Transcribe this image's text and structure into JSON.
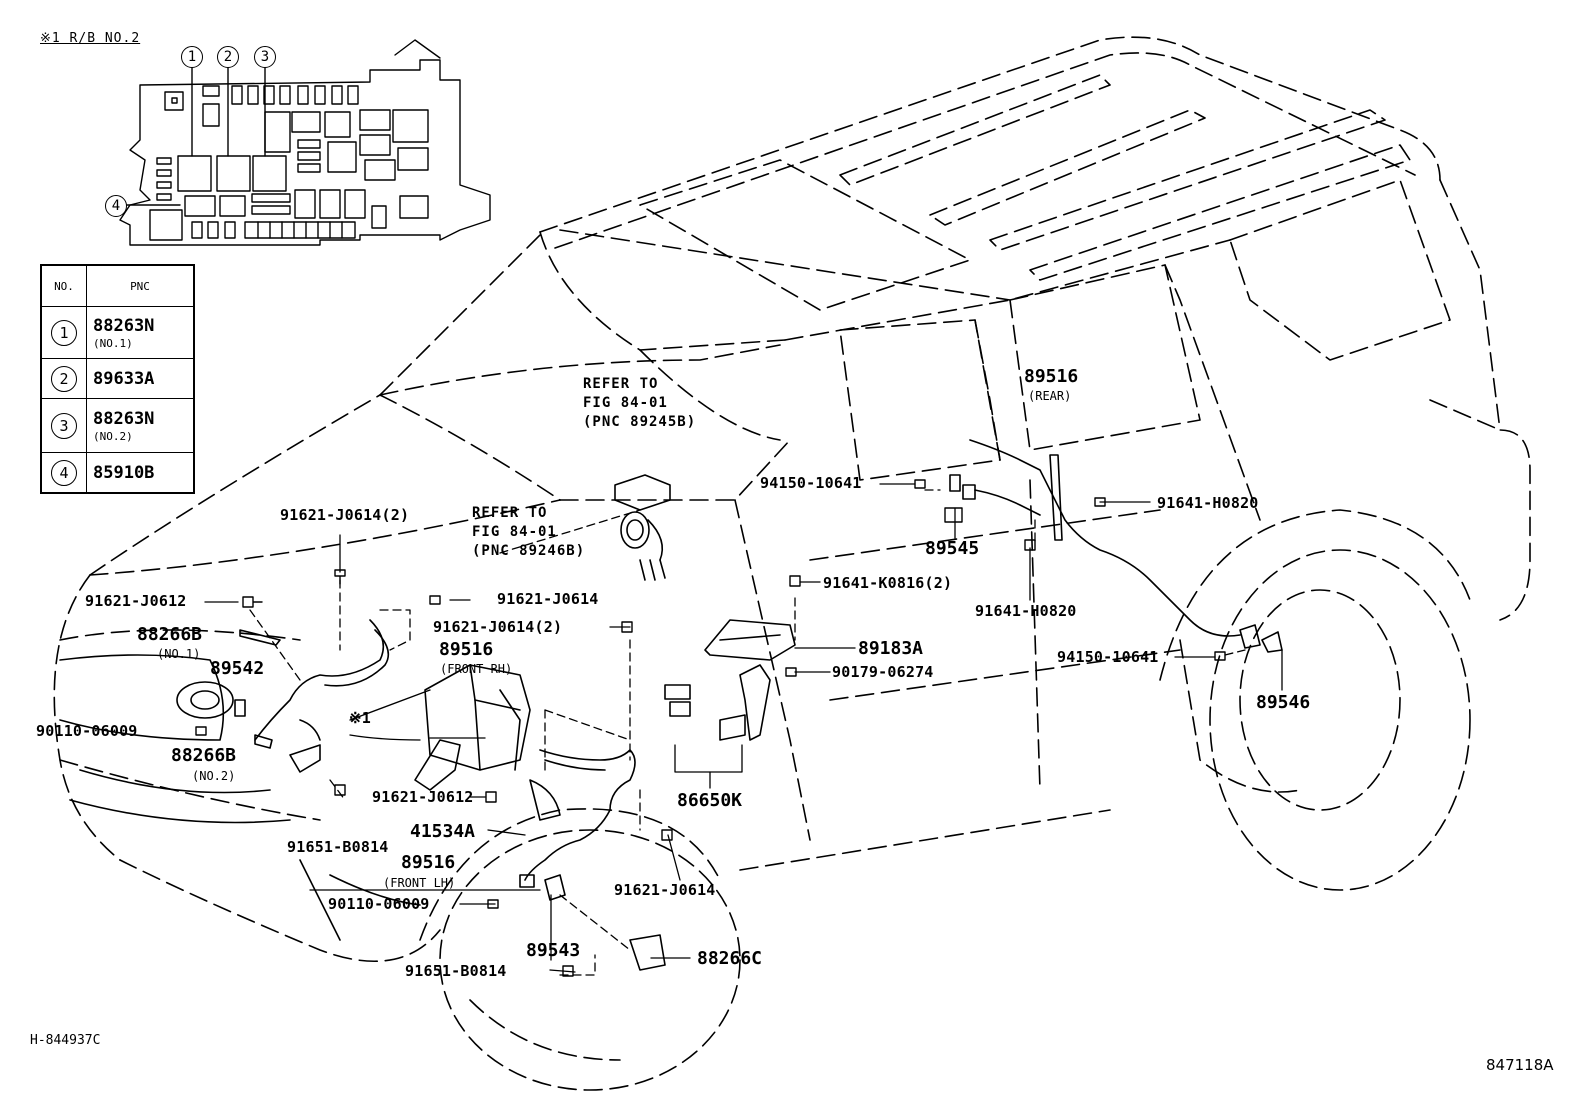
{
  "relay_block": {
    "title": "※1 R/B NO.2",
    "callouts": [
      "1",
      "2",
      "3",
      "4"
    ]
  },
  "pnc_table": {
    "headers": [
      "NO.",
      "PNC"
    ],
    "rows": [
      {
        "no": "1",
        "pnc": "88263N",
        "note": "(NO.1)"
      },
      {
        "no": "2",
        "pnc": "89633A",
        "note": ""
      },
      {
        "no": "3",
        "pnc": "88263N",
        "note": "(NO.2)"
      },
      {
        "no": "4",
        "pnc": "85910B",
        "note": ""
      }
    ]
  },
  "references": {
    "ref1": "REFER TO\nFIG 84-01\n(PNC 89245B)",
    "ref2": "REFER TO\nFIG 84-01\n(PNC 89246B)"
  },
  "parts": {
    "p91621_j0614_2a": "91621-J0614(2)",
    "p91621_j0612_a": "91621-J0612",
    "p91621_j0614_a": "91621-J0614",
    "p91621_j0614_2b": "91621-J0614(2)",
    "p88266b_1": "88266B",
    "p88266b_1_note": "(NO.1)",
    "p89516_frh": "89516",
    "p89516_frh_note": "(FRONT RH)",
    "p89542": "89542",
    "p_x1": "※1",
    "p90110_a": "90110-06009",
    "p88266b_2": "88266B",
    "p88266b_2_note": "(NO.2)",
    "p91621_j0612_b": "91621-J0612",
    "p41534a": "41534A",
    "p91651_a": "91651-B0814",
    "p89516_flh": "89516",
    "p89516_flh_note": "(FRONT LH)",
    "p90110_b": "90110-06009",
    "p91621_j0614_b": "91621-J0614",
    "p89543": "89543",
    "p88266c": "88266C",
    "p91651_b": "91651-B0814",
    "p86650k": "86650K",
    "p89183a": "89183A",
    "p90179": "90179-06274",
    "p91641_k0816": "91641-K0816(2)",
    "p94150_a": "94150-10641",
    "p89545": "89545",
    "p89516_rear": "89516",
    "p89516_rear_note": "(REAR)",
    "p91641_h0820_a": "91641-H0820",
    "p91641_h0820_b": "91641-H0820",
    "p94150_b": "94150-10641",
    "p89546": "89546"
  },
  "footer": {
    "left_code": "H-844937C",
    "right_code": "847118A"
  }
}
